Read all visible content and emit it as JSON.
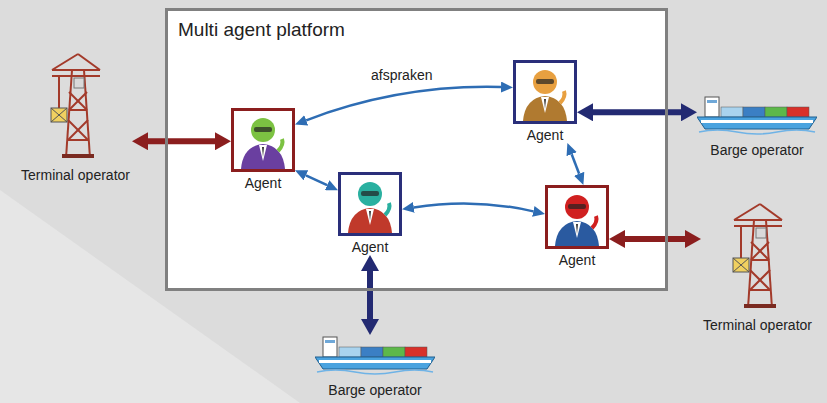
{
  "diagram": {
    "nodes": [
      {
        "text": [
          "Multi agent platform"
        ]
      },
      {
        "text": [
          "Agent"
        ],
        "in": 0
      },
      {
        "text": [
          "Agent"
        ],
        "in": 0
      },
      {
        "text": [
          "Agent"
        ],
        "in": 0
      },
      {
        "text": [
          "Agent"
        ],
        "in": 0
      },
      {
        "text": [
          "Terminal operator"
        ]
      },
      {
        "text": [
          "Barge operator"
        ]
      },
      {
        "text": [
          "Terminal operator"
        ]
      },
      {
        "text": [
          "Barge operator"
        ]
      }
    ],
    "edges": [
      {
        "from": 1,
        "to": 2,
        "arrow": "both",
        "label": "afspraken"
      },
      {
        "from": 1,
        "to": 3,
        "arrow": "both"
      },
      {
        "from": 3,
        "to": 4,
        "arrow": "both"
      },
      {
        "from": 2,
        "to": 4,
        "arrow": "both"
      },
      {
        "from": 5,
        "to": 1,
        "arrow": "both"
      },
      {
        "from": 2,
        "to": 6,
        "arrow": "both"
      },
      {
        "from": 4,
        "to": 7,
        "arrow": "both"
      },
      {
        "from": 3,
        "to": 8,
        "arrow": "both"
      }
    ]
  }
}
